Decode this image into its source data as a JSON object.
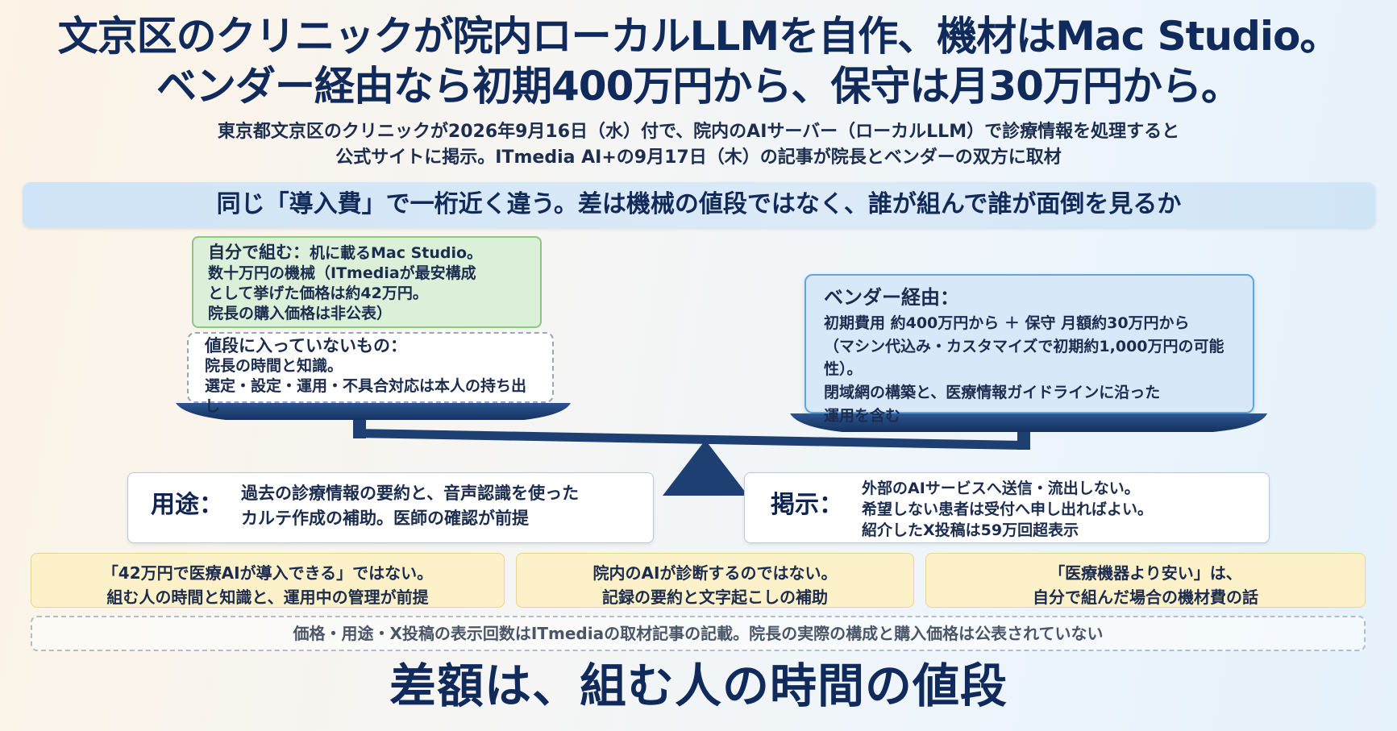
{
  "title": {
    "line1": "文京区のクリニックが院内ローカルLLMを自作、機材はMac Studio。",
    "line2": "ベンダー経由なら初期400万円から、保守は月30万円から。"
  },
  "subtitle": {
    "line1": "東京都文京区のクリニックが2026年9月16日（水）付で、院内のAIサーバー（ローカルLLM）で診療情報を処理すると",
    "line2": "公式サイトに掲示。ITmedia AI+の9月17日（木）の記事が院長とベンダーの双方に取材"
  },
  "banner": "同じ「導入費」で一桁近く違う。差は機械の値段ではなく、誰が組んで誰が面倒を見るか",
  "diy": {
    "heading": "自分で組む：",
    "line1_rest": "机に載るMac Studio。",
    "line2": "数十万円の機械（ITmediaが最安構成",
    "line3": "として挙げた価格は約42万円。",
    "line4": "院長の購入価格は非公表）"
  },
  "not_included": {
    "heading": "値段に入っていないもの：",
    "line1": "院長の時間と知識。",
    "line2": "選定・設定・運用・不具合対応は本人の持ち出し"
  },
  "vendor": {
    "heading": "ベンダー経由：",
    "line1": "初期費用 約400万円から ＋ 保守 月額約30万円から",
    "line2": "（マシン代込み・カスタマイズで初期約1,000万円の可能性）。",
    "line3": "閉域網の構築と、医療情報ガイドラインに沿った",
    "line4": "運用を含む"
  },
  "use": {
    "label": "用途：",
    "line1": "過去の診療情報の要約と、音声認識を使った",
    "line2": "カルテ作成の補助。医師の確認が前提"
  },
  "posting": {
    "label": "掲示：",
    "line1": "外部のAIサービスへ送信・流出しない。",
    "line2": "希望しない患者は受付へ申し出ればよい。",
    "line3": "紹介したX投稿は59万回超表示"
  },
  "cautions": [
    {
      "line1": "「42万円で医療AIが導入できる」ではない。",
      "line2": "組む人の時間と知識と、運用中の管理が前提"
    },
    {
      "line1": "院内のAIが診断するのではない。",
      "line2": "記録の要約と文字起こしの補助"
    },
    {
      "line1": "「医療機器より安い」は、",
      "line2": "自分で組んだ場合の機材費の話"
    }
  ],
  "source_note": "価格・用途・X投稿の表示回数はITmediaの取材記事の記載。院長の実際の構成と購入価格は公表されていない",
  "conclusion": "差額は、組む人の時間の値段",
  "colors": {
    "navy": "#1d3f72",
    "green_fill": "#dcefd9",
    "blue_fill": "#d7e9f9",
    "yellow_fill": "#fdf1c9"
  }
}
